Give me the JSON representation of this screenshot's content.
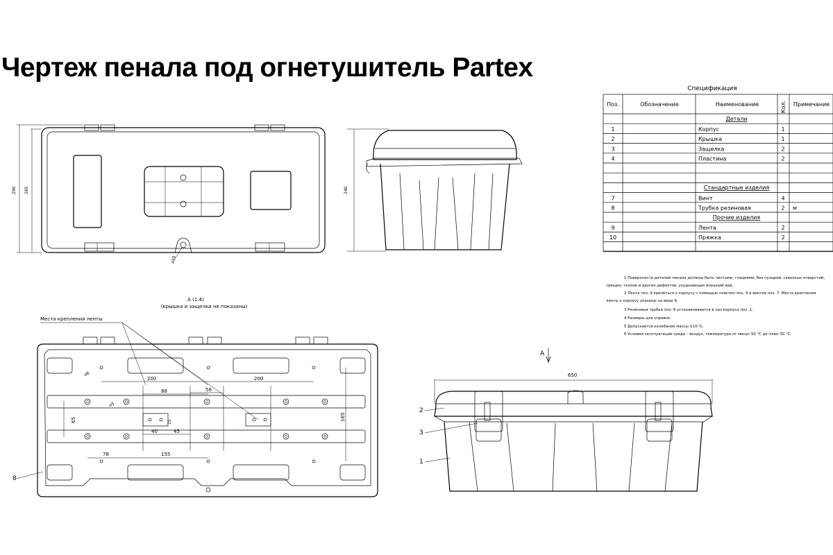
{
  "page_title": "Чертеж пенала под огнетушитель Partex",
  "top_view": {
    "dim_outer": "290",
    "dim_inner": "285",
    "hole_label": "⌀10"
  },
  "side_view": {
    "dim_height": "240"
  },
  "section_view": {
    "title": "А (1:4)",
    "subtitle": "(крышка и защелки не показаны)",
    "strap_mounts_label": "Места крепления ленты",
    "dims": {
      "d200_left": "200",
      "d200_right": "200",
      "d88": "88",
      "d56": "56",
      "d15": "15",
      "d40": "40",
      "d45": "45",
      "d65": "65",
      "d165": "165",
      "d78": "78",
      "d155": "155",
      "hole_a": "⌀8",
      "hole_b": "⌀5"
    },
    "callout_8": "8"
  },
  "front_view": {
    "arrow_label": "А",
    "dim_width": "650",
    "callout_2": "2",
    "callout_3": "3",
    "callout_1": "1"
  },
  "spec_table": {
    "caption": "Спецификация",
    "headers": {
      "pos": "Поз.",
      "designation": "Обозначение",
      "name": "Наименование",
      "qty": "Кол.",
      "note": "Примечание"
    },
    "sections": {
      "details": "Детали",
      "standard": "Стандартные изделия",
      "other": "Прочие изделия"
    },
    "rows": [
      {
        "pos": "1",
        "name": "Корпус",
        "qty": "1",
        "note": ""
      },
      {
        "pos": "2",
        "name": "Крышка",
        "qty": "1",
        "note": ""
      },
      {
        "pos": "3",
        "name": "Защелка",
        "qty": "2",
        "note": ""
      },
      {
        "pos": "4",
        "name": "Пластина",
        "qty": "2",
        "note": ""
      },
      {
        "pos": "7",
        "name": "Винт",
        "qty": "4",
        "note": ""
      },
      {
        "pos": "8",
        "name": "Трубка резиновая",
        "qty": "2",
        "note": "м"
      },
      {
        "pos": "9",
        "name": "Лента",
        "qty": "2",
        "note": ""
      },
      {
        "pos": "10",
        "name": "Пряжка",
        "qty": "2",
        "note": ""
      }
    ]
  },
  "notes": [
    "1 Поверхности деталей пенала должны быть чистыми, гладкими, без пузырей, сквозных отверстий,",
    "трещин, сколов и других дефектов, ухудшающих внешний вид.",
    "2 Лента поз. 9 крепиться к корпусу с помощью пластин поз. 4 и винтов поз. 7. Места крепления",
    "ленты к корпусу указаны на виде А.",
    "3 Резиновая трубка поз. 8 устанавливается в паз корпуса поз. 1.",
    "4 Размеры для справок.",
    "5 Допускается колебание массы ±10 %.",
    "6 Условия эксплуатации среда – воздух, температура от минус 50 °С до плюс 50 °С."
  ]
}
